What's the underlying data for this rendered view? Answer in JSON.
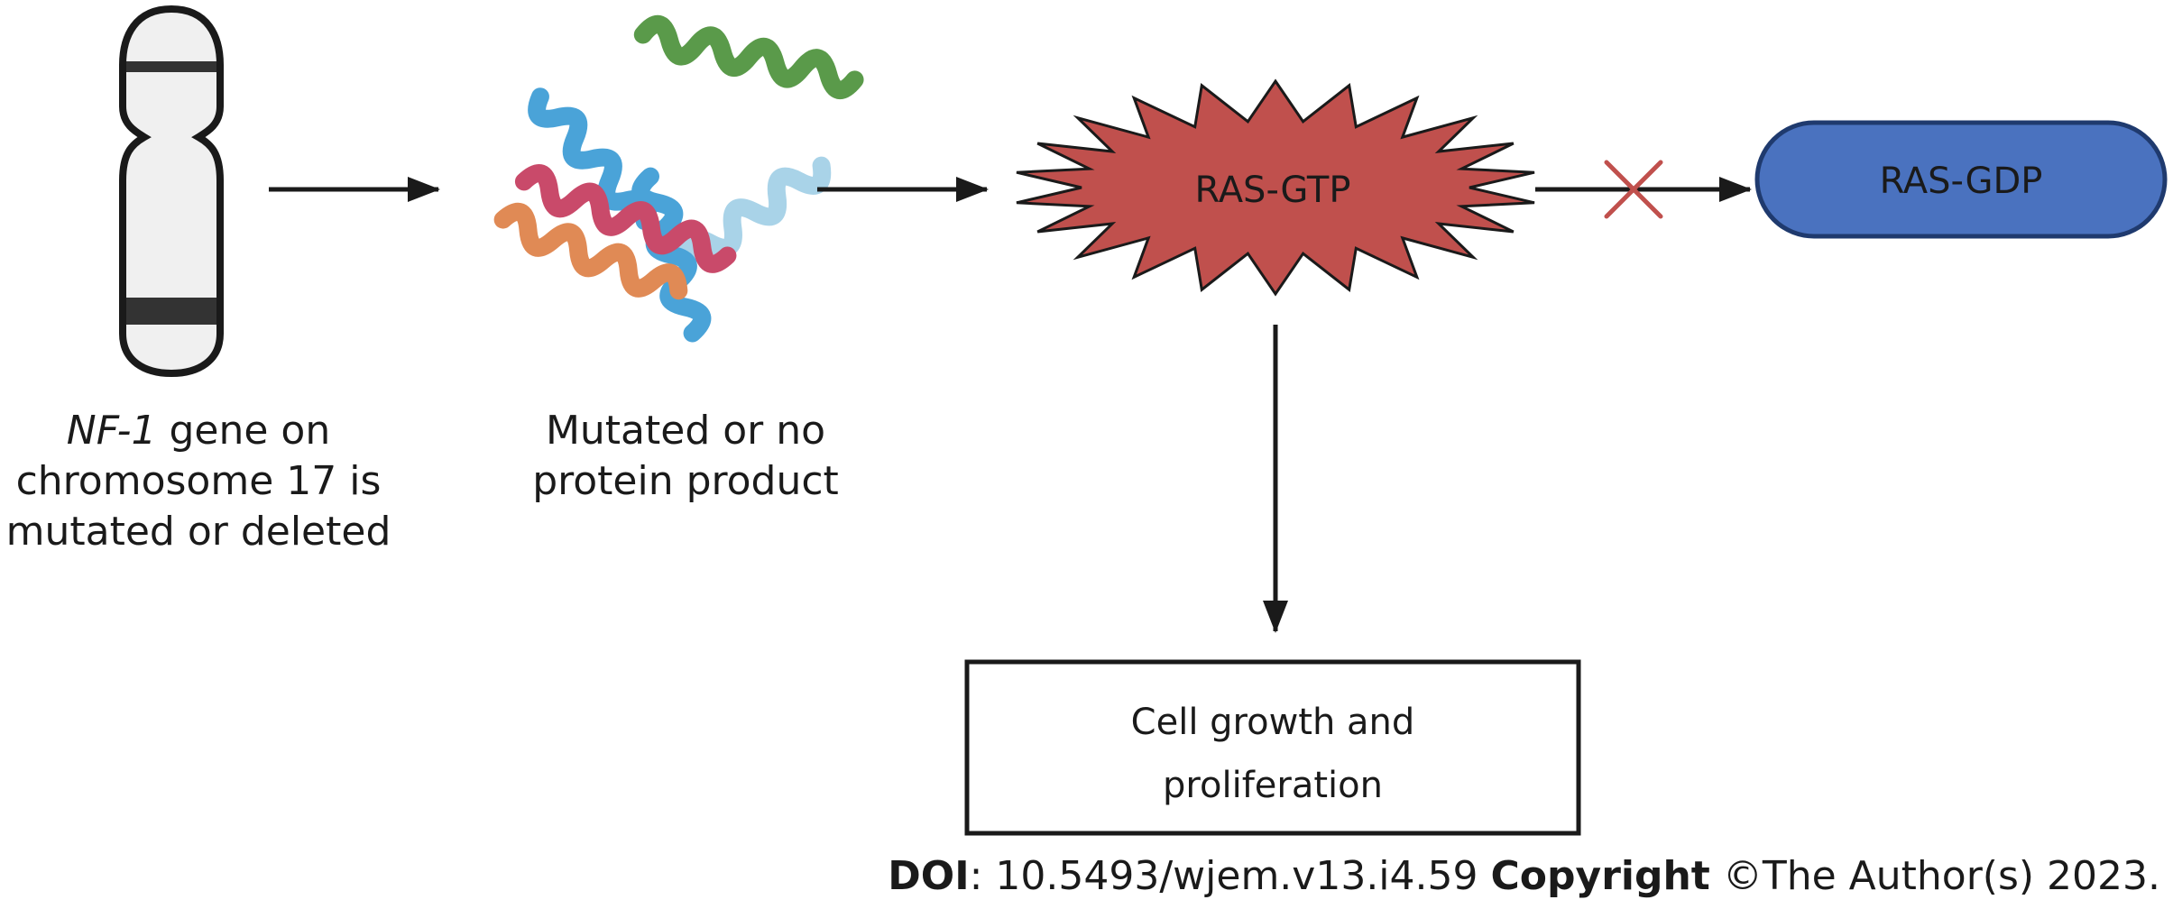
{
  "steps": {
    "gene": {
      "name_italic": "NF-1",
      "line1_rest": " gene on",
      "line2": "chromosome 17 is",
      "line3": "mutated or deleted"
    },
    "protein": {
      "line1": "Mutated or no",
      "line2": "protein product"
    },
    "ras_gtp": {
      "label": "RAS-GTP"
    },
    "ras_gdp": {
      "label": "RAS-GDP"
    },
    "outcome": {
      "line1": "Cell growth and",
      "line2": "proliferation"
    }
  },
  "footer": {
    "doi_label": "DOI",
    "doi_value": ": 10.5493/wjem.v13.i4.59 ",
    "copyright_label": "Copyright",
    "copyright_value": " ©The Author(s) 2023."
  },
  "colors": {
    "arrow": "#1a1a1a",
    "ras_gtp_fill": "#c0504d",
    "ras_gdp_fill": "#4a72bf",
    "inhibit_mark": "#c0504d",
    "helix_green": "#5a9a4a",
    "helix_blue": "#4aa3d8",
    "helix_lightblue": "#a9d3e8",
    "helix_red": "#c94a6a",
    "helix_orange": "#e08a55"
  },
  "icons": [
    "chromosome-icon",
    "protein-helix-icon",
    "inhibition-cross-icon"
  ]
}
